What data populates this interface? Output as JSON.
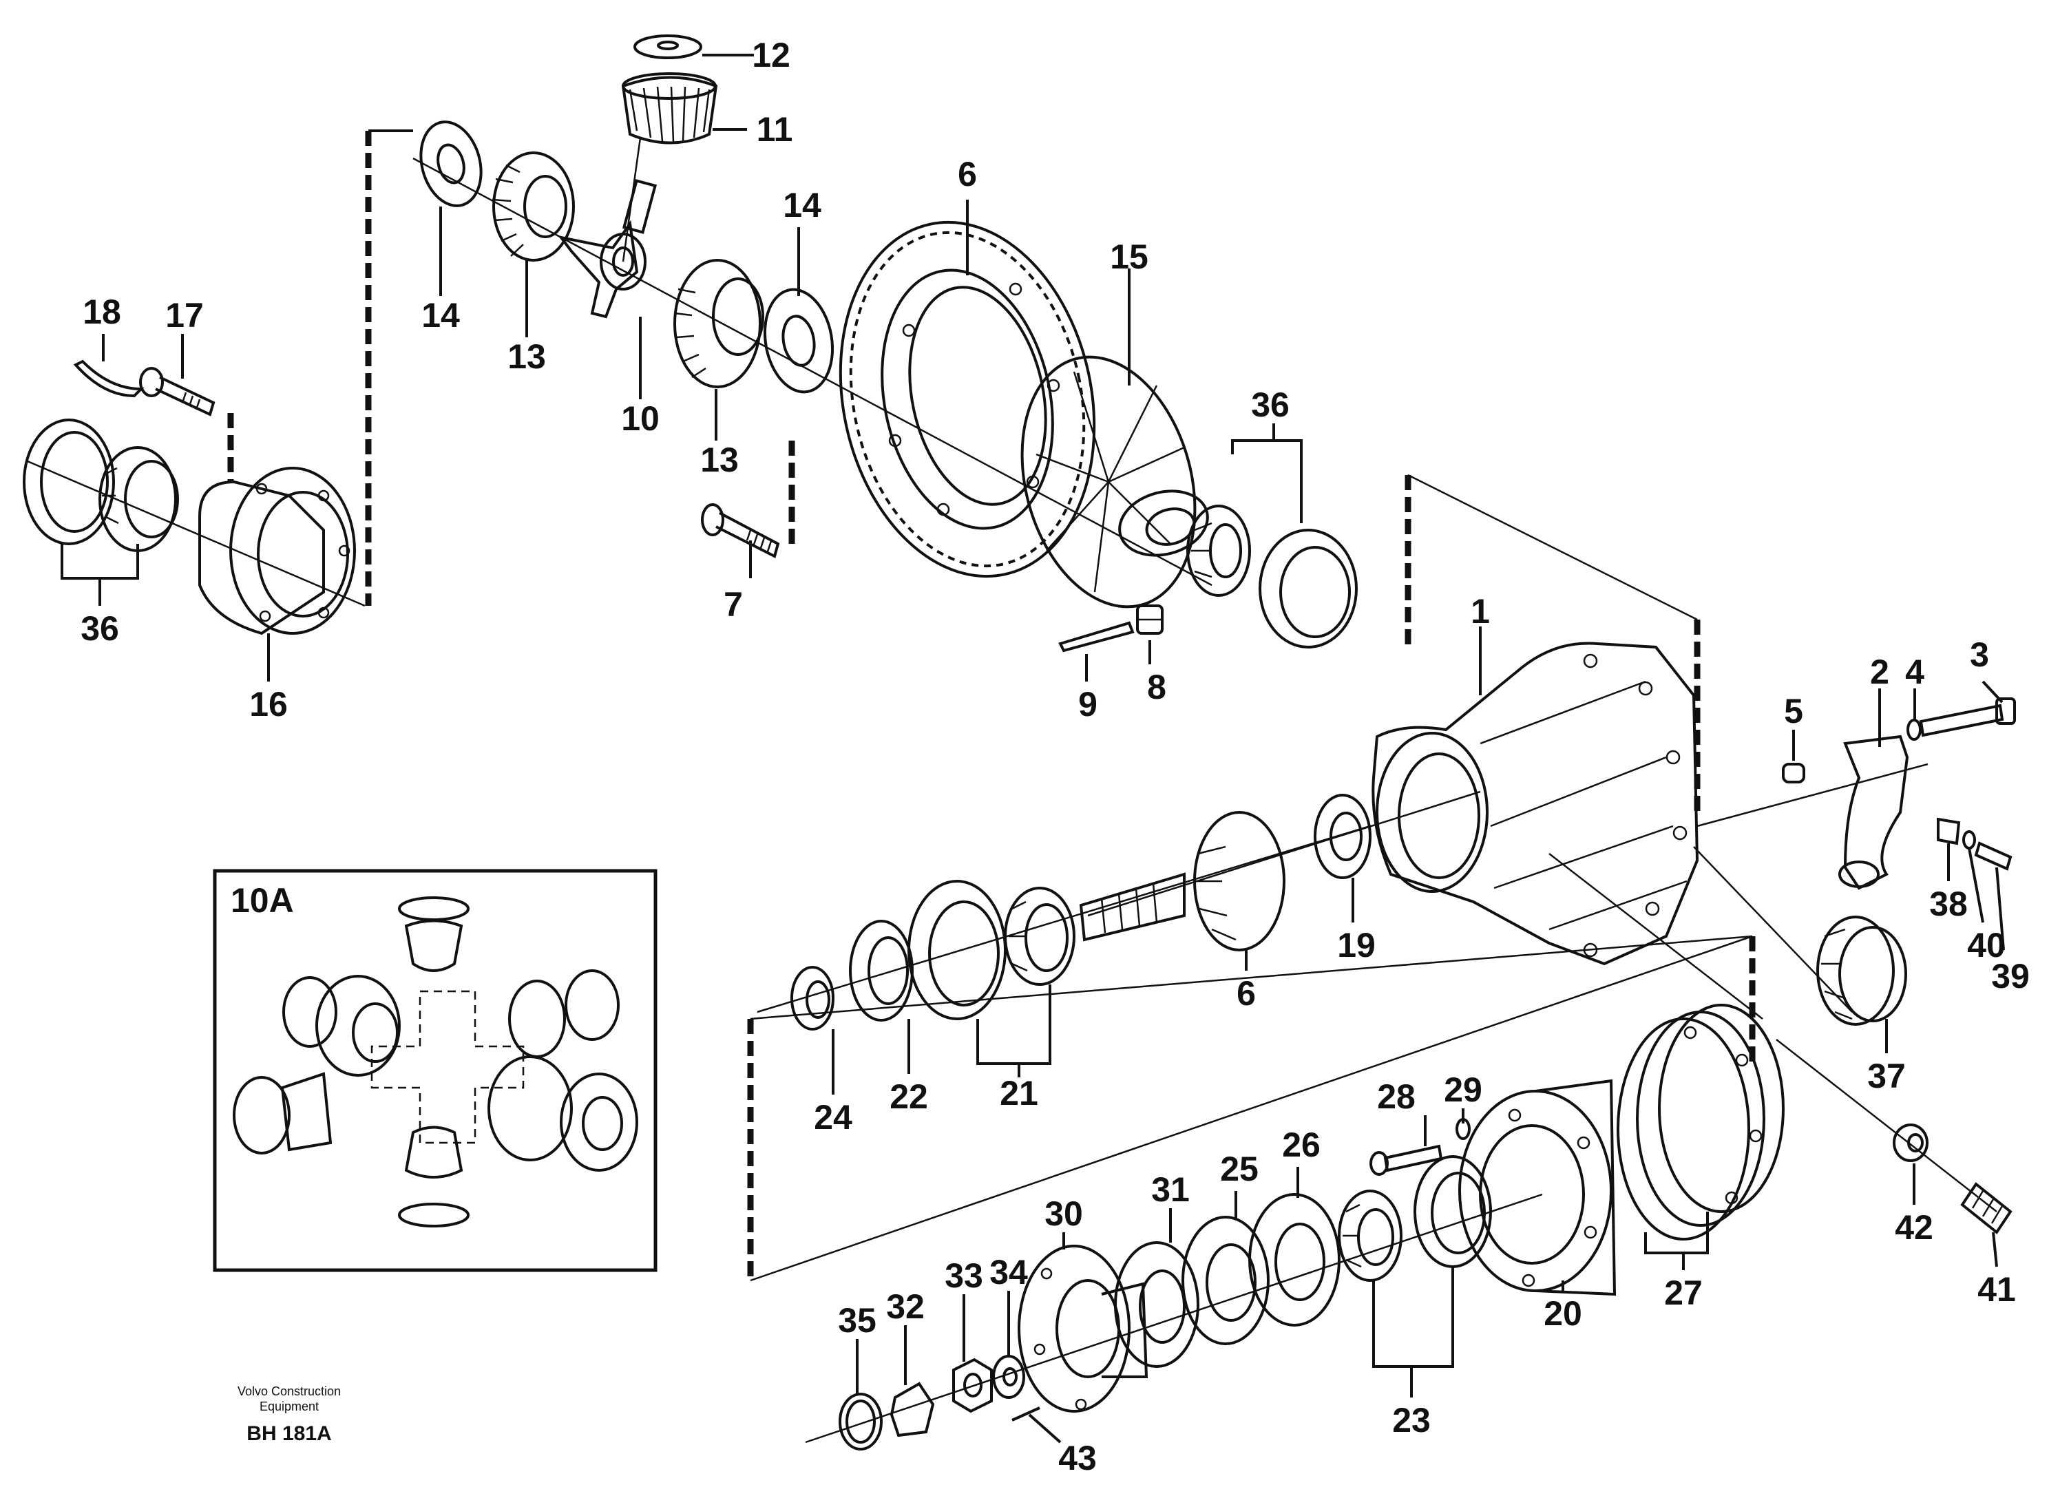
{
  "callouts": {
    "c1": "1",
    "c2": "2",
    "c3": "3",
    "c4": "4",
    "c5": "5",
    "c6a": "6",
    "c6b": "6",
    "c7": "7",
    "c8": "8",
    "c9": "9",
    "c10": "10",
    "c11": "11",
    "c12": "12",
    "c13a": "13",
    "c13b": "13",
    "c14a": "14",
    "c14b": "14",
    "c15": "15",
    "c16": "16",
    "c17": "17",
    "c18": "18",
    "c19": "19",
    "c20": "20",
    "c21": "21",
    "c22": "22",
    "c23": "23",
    "c24": "24",
    "c25": "25",
    "c26": "26",
    "c27": "27",
    "c28": "28",
    "c29": "29",
    "c30": "30",
    "c31": "31",
    "c32": "32",
    "c33": "33",
    "c34": "34",
    "c35": "35",
    "c36a": "36",
    "c36b": "36",
    "c37": "37",
    "c38": "38",
    "c39": "39",
    "c40": "40",
    "c41": "41",
    "c42": "42",
    "c43": "43"
  },
  "inset": {
    "label": "10A"
  },
  "credit": {
    "line1": "Volvo Construction",
    "line2": "Equipment",
    "code": "BH 181A"
  }
}
